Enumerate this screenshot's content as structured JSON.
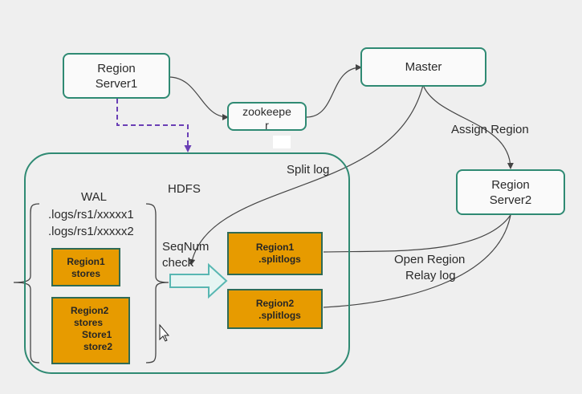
{
  "nodes": {
    "region_server1": {
      "line1": "Region",
      "line2": "Server1"
    },
    "zookeeper": {
      "line1": "zookeepe",
      "line2": "r"
    },
    "master": {
      "label": "Master"
    },
    "region_server2": {
      "line1": "Region",
      "line2": "Server2"
    }
  },
  "hdfs": {
    "title": "HDFS",
    "wal": {
      "title": "WAL",
      "log1": ".logs/rs1/xxxxx1",
      "log2": ".logs/rs1/xxxxx2"
    },
    "region1_stores": {
      "line1": "Region1",
      "line2": "stores"
    },
    "region2_stores": {
      "line1": "Region2",
      "line2": "stores",
      "line3": "Store1",
      "line4": "store2"
    },
    "seqnum": {
      "line1": "SeqNum",
      "line2": "check"
    },
    "region1_splitlogs": {
      "line1": "Region1",
      "line2": ".splitlogs"
    },
    "region2_splitlogs": {
      "line1": "Region2",
      "line2": ".splitlogs"
    }
  },
  "edges": {
    "split_log": "Split log",
    "assign_region": "Assign Region",
    "open_region": {
      "line1": "Open Region",
      "line2": "Relay log"
    }
  },
  "colors": {
    "node_border": "#2f8a73",
    "orange_fill": "#e79b00",
    "dashed_arrow": "#6a3fb5",
    "hollow_arrow": "#58b7b2"
  }
}
